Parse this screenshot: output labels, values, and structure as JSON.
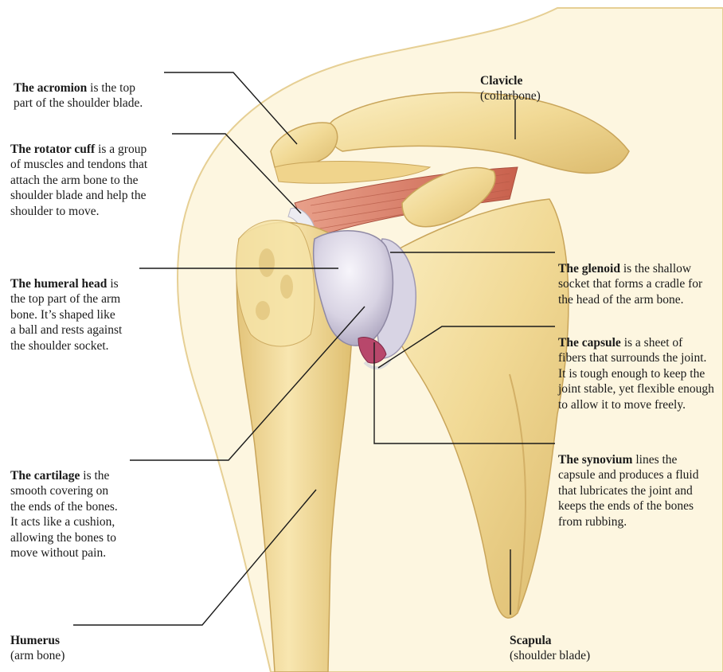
{
  "labels": {
    "acromion": {
      "term": "The acromion",
      "rest": " is the top\npart of the shoulder blade."
    },
    "rotator_cuff": {
      "term": "The rotator cuff",
      "rest": " is a group\nof muscles and tendons that\nattach the arm bone to the\nshoulder blade and help the\nshoulder to move."
    },
    "humeral_head": {
      "term": "The humeral head",
      "rest": " is\nthe top part of the arm\nbone. It’s shaped like\na ball and rests against\nthe shoulder socket."
    },
    "cartilage": {
      "term": "The cartilage",
      "rest": " is the\nsmooth covering on\nthe ends of the bones.\nIt acts like a cushion,\nallowing the bones to\nmove without pain."
    },
    "humerus": {
      "term": "Humerus",
      "rest": "\n(arm bone)"
    },
    "clavicle": {
      "term": "Clavicle",
      "rest": "\n(collarbone)"
    },
    "glenoid": {
      "term": "The glenoid",
      "rest": " is the shallow\nsocket that forms a cradle for\nthe head of the arm bone."
    },
    "capsule": {
      "term": "The capsule",
      "rest": " is a sheet of\nfibers that surrounds the joint.\nIt is tough enough to keep the\njoint stable, yet flexible enough\nto allow it to move freely."
    },
    "synovium": {
      "term": "The synovium",
      "rest": " lines the\ncapsule and produces a fluid\nthat lubricates the joint and\nkeeps the ends of the bones\nfrom rubbing."
    },
    "scapula": {
      "term": "Scapula",
      "rest": "\n(shoulder blade)"
    }
  },
  "colors": {
    "bone": "#f3dc9c",
    "bone_shadow": "#d9b868",
    "bone_highlight": "#fbf0c8",
    "muscle": "#d9826b",
    "cartilage": "#d8d4e4",
    "synovium": "#b8476b",
    "leader": "#1a1a1a"
  }
}
